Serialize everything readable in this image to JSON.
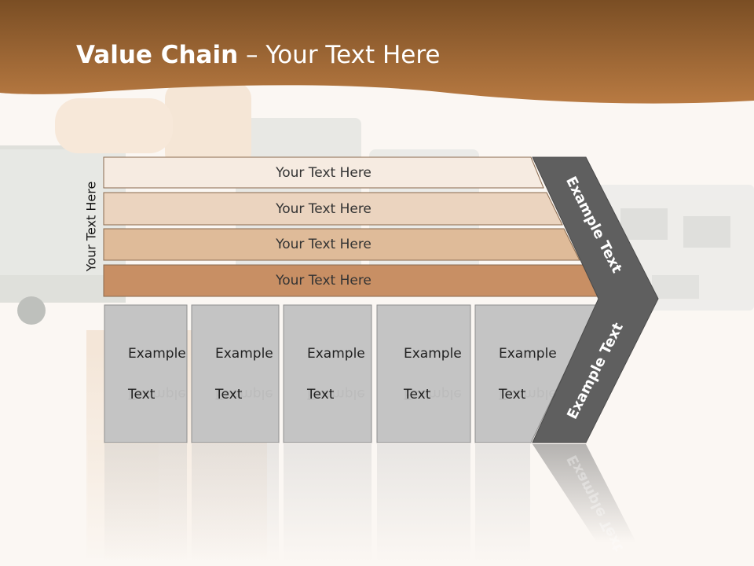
{
  "slide": {
    "title_bold": "Value Chain",
    "title_rest": " – Your Text Here",
    "side_label": "Your Text Here",
    "bands": [
      "Your Text Here",
      "Your Text Here",
      "Your Text Here",
      "Your Text Here"
    ],
    "boxes": [
      {
        "line1": "Example",
        "line2": "Text"
      },
      {
        "line1": "Example",
        "line2": "Text"
      },
      {
        "line1": "Example",
        "line2": "Text"
      },
      {
        "line1": "Example",
        "line2": "Text"
      },
      {
        "line1": "Example",
        "line2": "Text"
      }
    ],
    "arrow_upper": "Example Text",
    "arrow_lower": "Example Text"
  },
  "colors": {
    "header_top": "#7a4e24",
    "header_bottom": "#b87a42",
    "band_1": "#f6ebe1",
    "band_2": "#ebd4bf",
    "band_3": "#dfbb99",
    "band_4": "#c88f64",
    "box_fill": "#c4c4c4",
    "arrow_fill": "#5f5f5f"
  }
}
